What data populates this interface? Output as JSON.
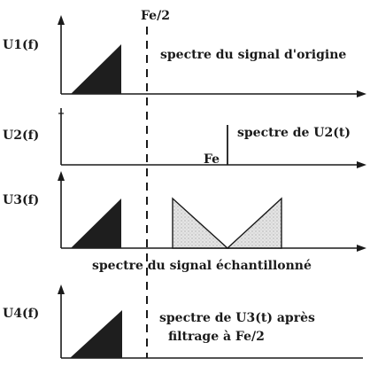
{
  "fe_half_label": "Fe/2",
  "panels": {
    "u1": {
      "axis_label": "U1(f)",
      "caption": "spectre du signal d'origine"
    },
    "u2": {
      "axis_label": "U2(f)",
      "caption": "spectre de U2(t)",
      "line_label": "Fe"
    },
    "u3": {
      "axis_label": "U3(f)",
      "caption": "spectre du signal échantillonné"
    },
    "u4": {
      "axis_label": "U4(f)",
      "caption_line1": "spectre de U3(t) après",
      "caption_line2": "filtrage à Fe/2"
    }
  },
  "colors": {
    "ink": "#1a1a1a",
    "fill_dark": "#1e1e1e",
    "fill_light": "#d9d9d9"
  }
}
